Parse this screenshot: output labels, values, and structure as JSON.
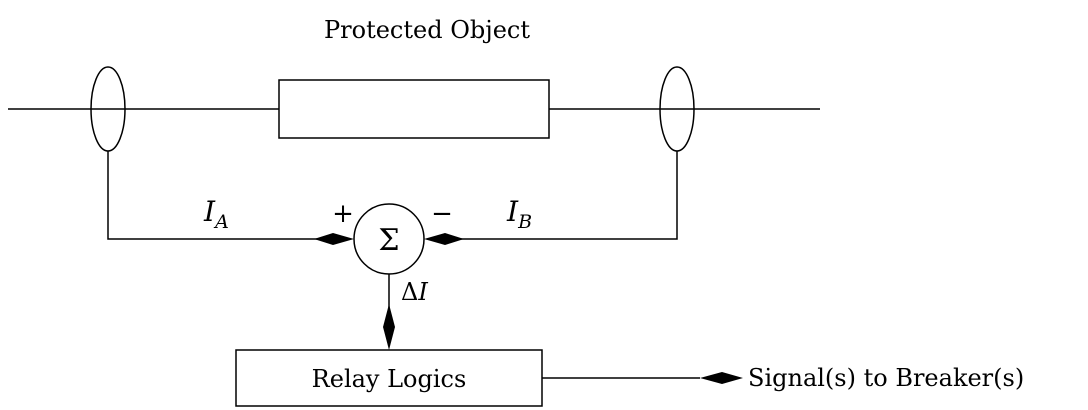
{
  "title": "Protected Object",
  "current_a": {
    "symbol": "I",
    "subscript": "A"
  },
  "current_b": {
    "symbol": "I",
    "subscript": "B"
  },
  "sum_node": {
    "symbol": "Σ",
    "plus_sign": "+",
    "minus_sign": "−"
  },
  "delta_current": {
    "prefix": "Δ",
    "symbol": "I"
  },
  "relay_block": {
    "label": "Relay Logics"
  },
  "output_signal": {
    "label": "Signal(s) to Breaker(s)"
  }
}
